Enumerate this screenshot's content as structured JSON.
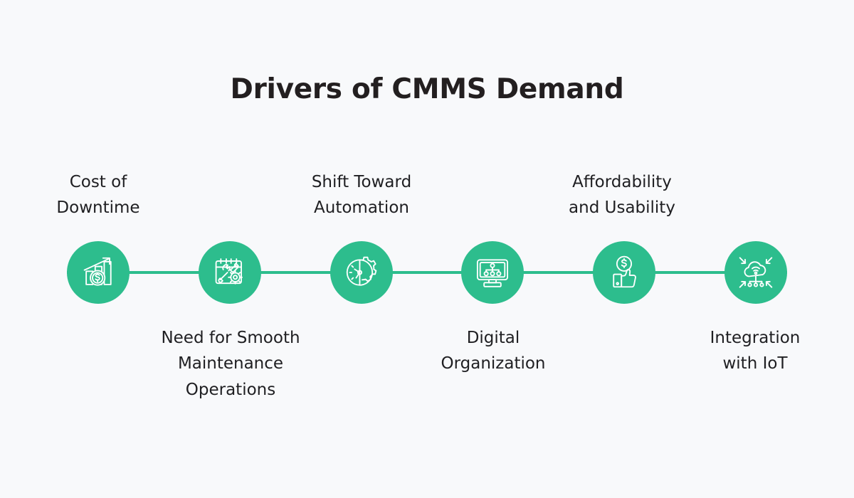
{
  "page": {
    "title": "Drivers of CMMS Demand",
    "background_color": "#f8f9fb",
    "accent_color": "#2dbd8d",
    "text_color": "#1f1f22"
  },
  "timeline": {
    "connector_color": "#2dbd8d",
    "nodes": [
      {
        "id": "cost-of-downtime",
        "label": "Cost of\nDowntime",
        "icon": "growth-chart-dollar-icon",
        "label_position": "above"
      },
      {
        "id": "smooth-maintenance-operations",
        "label": "Need for Smooth\nMaintenance\nOperations",
        "icon": "calendar-tools-gear-icon",
        "label_position": "below"
      },
      {
        "id": "shift-toward-automation",
        "label": "Shift Toward\nAutomation",
        "icon": "clock-gear-automation-icon",
        "label_position": "above"
      },
      {
        "id": "digital-organization",
        "label": "Digital\nOrganization",
        "icon": "monitor-hierarchy-icon",
        "label_position": "below"
      },
      {
        "id": "affordability-and-usability",
        "label": "Affordability\nand Usability",
        "icon": "dollar-thumbs-up-icon",
        "label_position": "above"
      },
      {
        "id": "integration-with-iot",
        "label": "Integration\nwith IoT",
        "icon": "cloud-wifi-iot-icon",
        "label_position": "below"
      }
    ]
  }
}
